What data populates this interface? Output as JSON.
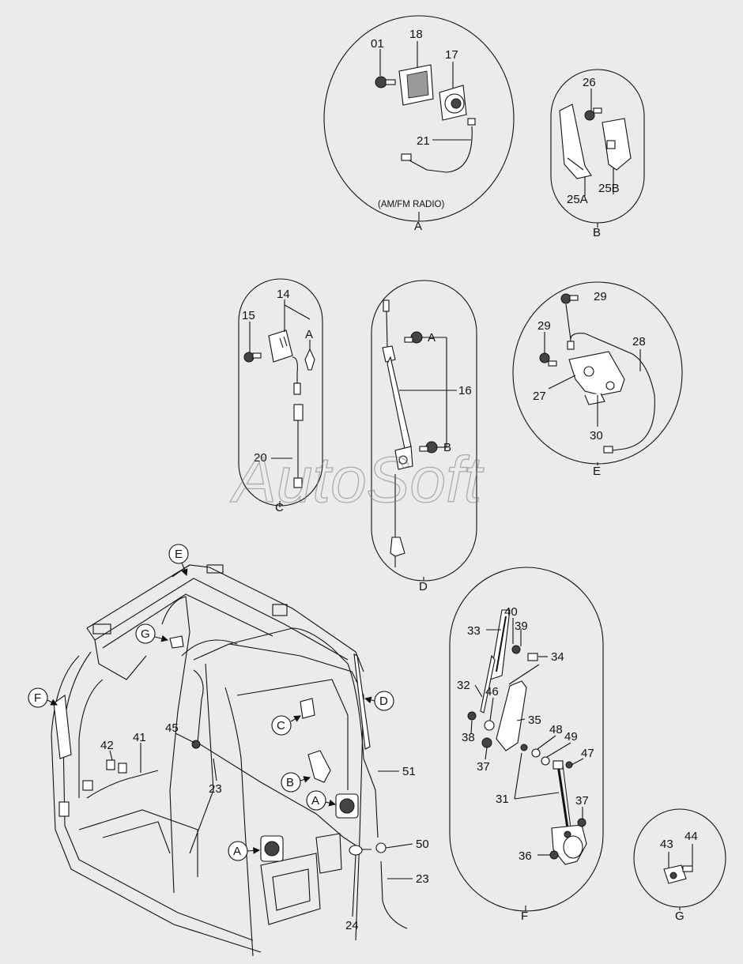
{
  "watermark": "AutoSoft",
  "callouts": {
    "A": {
      "letter": "A",
      "caption": "(AM/FM RADIO)",
      "parts": [
        {
          "id": "01",
          "label": "01"
        },
        {
          "id": "18",
          "label": "18"
        },
        {
          "id": "17",
          "label": "17"
        },
        {
          "id": "21",
          "label": "21"
        }
      ]
    },
    "B": {
      "letter": "B",
      "parts": [
        {
          "id": "26",
          "label": "26"
        },
        {
          "id": "25A",
          "label": "25A"
        },
        {
          "id": "25B",
          "label": "25B"
        }
      ]
    },
    "C": {
      "letter": "C",
      "ref": "A",
      "parts": [
        {
          "id": "14",
          "label": "14"
        },
        {
          "id": "15",
          "label": "15"
        },
        {
          "id": "20",
          "label": "20"
        }
      ]
    },
    "D": {
      "letter": "D",
      "ref_a": "A",
      "ref_b": "B",
      "parts": [
        {
          "id": "16",
          "label": "16"
        }
      ]
    },
    "E": {
      "letter": "E",
      "parts": [
        {
          "id": "29a",
          "label": "29"
        },
        {
          "id": "29b",
          "label": "29"
        },
        {
          "id": "28",
          "label": "28"
        },
        {
          "id": "27",
          "label": "27"
        },
        {
          "id": "30",
          "label": "30"
        }
      ]
    },
    "F": {
      "letter": "F",
      "parts": [
        {
          "id": "40",
          "label": "40"
        },
        {
          "id": "33",
          "label": "33"
        },
        {
          "id": "39",
          "label": "39"
        },
        {
          "id": "34",
          "label": "34"
        },
        {
          "id": "32",
          "label": "32"
        },
        {
          "id": "46",
          "label": "46"
        },
        {
          "id": "35",
          "label": "35"
        },
        {
          "id": "38",
          "label": "38"
        },
        {
          "id": "48",
          "label": "48"
        },
        {
          "id": "49",
          "label": "49"
        },
        {
          "id": "37a",
          "label": "37"
        },
        {
          "id": "47",
          "label": "47"
        },
        {
          "id": "31",
          "label": "31"
        },
        {
          "id": "37b",
          "label": "37"
        },
        {
          "id": "36",
          "label": "36"
        }
      ]
    },
    "G": {
      "letter": "G",
      "parts": [
        {
          "id": "43",
          "label": "43"
        },
        {
          "id": "44",
          "label": "44"
        }
      ]
    }
  },
  "cab": {
    "markers": {
      "E": "E",
      "G": "G",
      "F": "F",
      "D": "D",
      "C": "C",
      "B": "B",
      "A1": "A",
      "A2": "A"
    },
    "parts": [
      {
        "id": "45",
        "label": "45"
      },
      {
        "id": "42",
        "label": "42"
      },
      {
        "id": "41",
        "label": "41"
      },
      {
        "id": "23a",
        "label": "23"
      },
      {
        "id": "51",
        "label": "51"
      },
      {
        "id": "50",
        "label": "50"
      },
      {
        "id": "23b",
        "label": "23"
      },
      {
        "id": "24",
        "label": "24"
      }
    ]
  }
}
